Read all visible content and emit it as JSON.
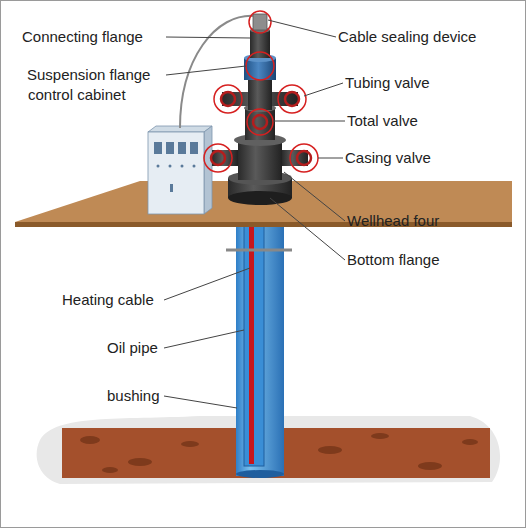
{
  "diagram": {
    "labels": [
      "Connecting flange",
      "Cable sealing device",
      "Suspension flange",
      "Tubing valve",
      "control cabinet",
      "Total valve",
      "Casing valve",
      "Wellhead four",
      "Bottom flange",
      "Heating cable",
      "Oil pipe",
      "bushing"
    ]
  }
}
